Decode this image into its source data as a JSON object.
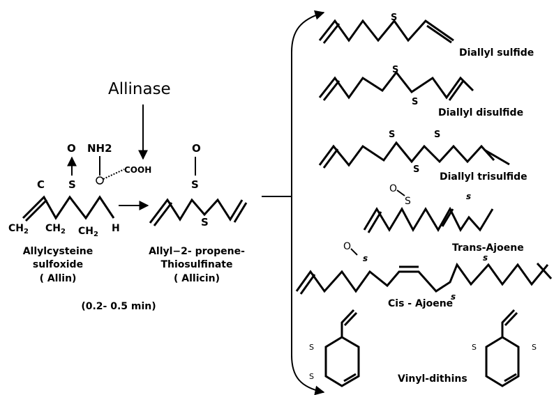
{
  "enzyme": {
    "label": "Allinase"
  },
  "allin": {
    "atoms": {
      "O": "O",
      "NH2": "NH2",
      "C": "C",
      "S": "S",
      "COOH": "COOH",
      "CH2_a": "CH",
      "CH2_a_sub": "2",
      "CH2_b": "CH",
      "CH2_b_sub": "2",
      "CH2_c": "CH",
      "CH2_c_sub": "2",
      "H": "H"
    },
    "name_line1": "Allylcysteine",
    "name_line2": "sulfoxide",
    "name_line3": "( Allin)"
  },
  "allicin": {
    "atoms": {
      "O": "O",
      "S1": "S",
      "S2": "S"
    },
    "name_line1": "Allyl−2- propene-",
    "name_line2": "Thiosulfinate",
    "name_line3": "( Allicin)"
  },
  "time_note": "(0.2- 0.5 min)",
  "products": [
    {
      "name": "Diallyl sulfide",
      "atoms": [
        "S"
      ]
    },
    {
      "name": "Diallyl disulfide",
      "atoms": [
        "S",
        "S"
      ]
    },
    {
      "name": "Diallyl trisulfide",
      "atoms": [
        "S",
        "S",
        "S"
      ]
    },
    {
      "name": "Trans-Ajoene",
      "atoms": [
        "O",
        "S",
        "s"
      ]
    },
    {
      "name": "Cis - Ajoene",
      "atoms": [
        "O",
        "s",
        "s",
        "s"
      ]
    },
    {
      "name": "Vinyl-dithins",
      "atoms": [
        "S",
        "S",
        "S",
        "S"
      ]
    }
  ]
}
